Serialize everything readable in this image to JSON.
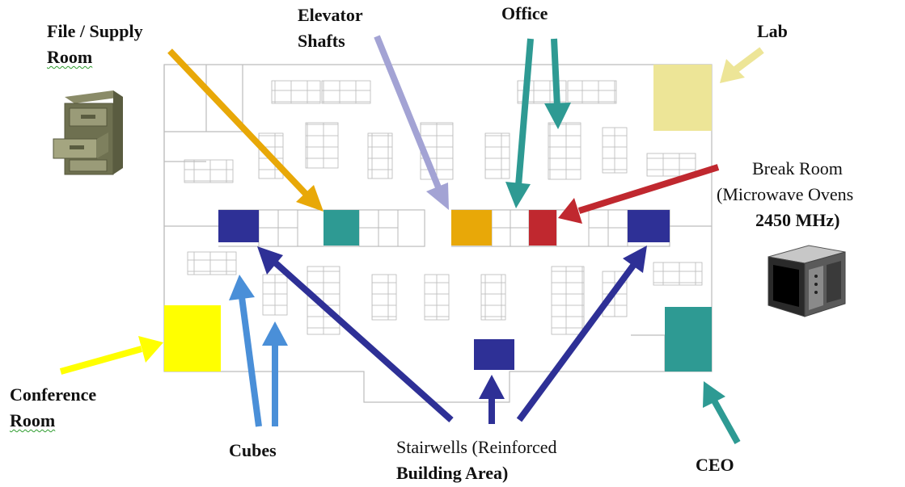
{
  "labels": {
    "file_supply_1": "File / Supply",
    "file_supply_2": "Room",
    "elevator_1": "Elevator",
    "elevator_2": "Shafts",
    "office": "Office",
    "lab": "Lab",
    "break_1": "Break Room",
    "break_2": "(Microwave Ovens",
    "break_3": "2450 MHz)",
    "conference_1": "Conference",
    "conference_2": "Room",
    "cubes": "Cubes",
    "stairwells_1": "Stairwells (Reinforced",
    "stairwells_2": "Building Area)",
    "ceo": "CEO"
  },
  "icons": {
    "file_cabinet": "file-cabinet-icon",
    "microwave": "microwave-icon"
  },
  "colors": {
    "file_supply": "#E8A808",
    "elevator": "#A3A3D4",
    "office": "#2E9A93",
    "lab": "#EDE597",
    "break_room": "#C0282F",
    "conference": "#FFFF00",
    "cubes": "#4A8FD8",
    "stairwells": "#2E3096",
    "ceo": "#2E9A93",
    "plan_lines": "#B8B8B8"
  }
}
